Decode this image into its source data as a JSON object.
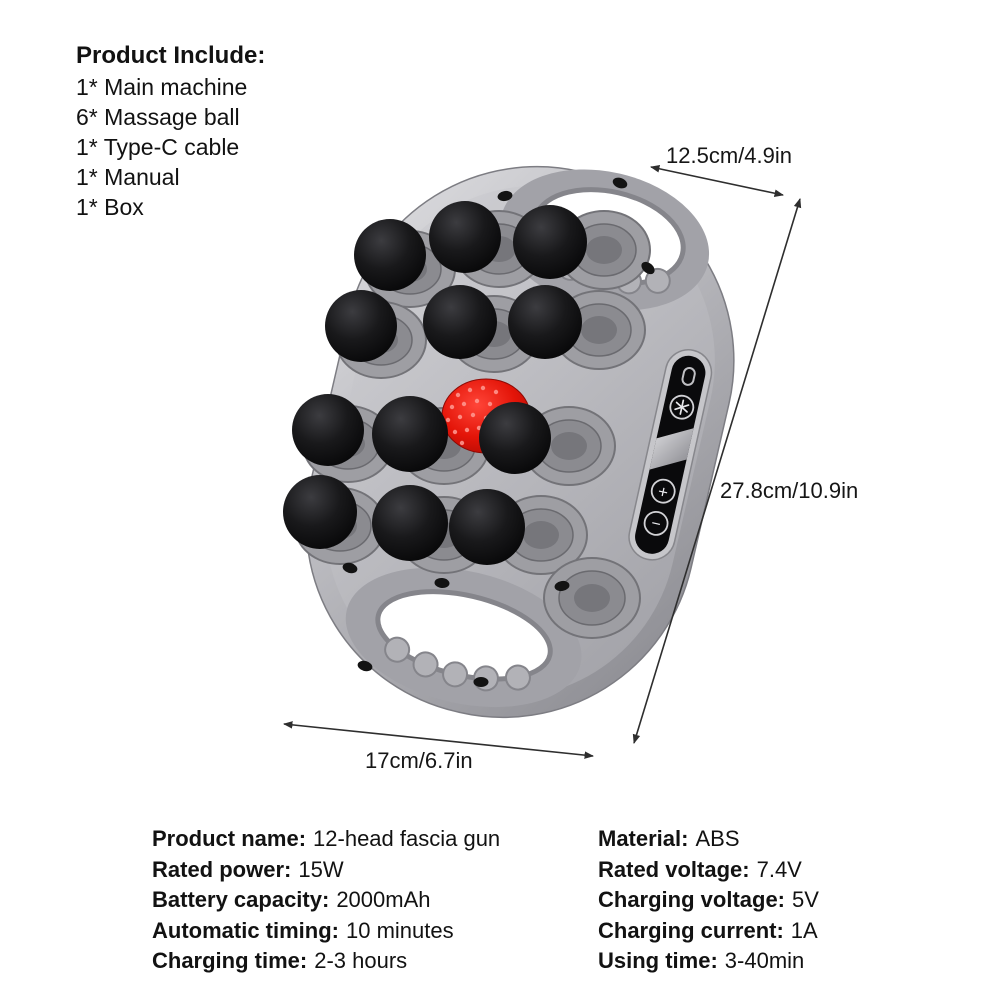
{
  "product_include": {
    "title": "Product Include:",
    "items": [
      "1* Main machine",
      "6* Massage ball",
      "1* Type-C cable",
      "1* Manual",
      "1* Box"
    ]
  },
  "dimensions": {
    "top_width": "12.5cm/4.9in",
    "height": "27.8cm/10.9in",
    "bottom_width": "17cm/6.7in"
  },
  "specs": {
    "left": [
      {
        "label": "Product name:",
        "value": "12-head fascia gun"
      },
      {
        "label": "Rated power:",
        "value": "15W"
      },
      {
        "label": "Battery capacity:",
        "value": "2000mAh"
      },
      {
        "label": "Automatic timing:",
        "value": "10 minutes"
      },
      {
        "label": "Charging time:",
        "value": "2-3 hours"
      }
    ],
    "right": [
      {
        "label": "Material:",
        "value": "ABS"
      },
      {
        "label": "Rated voltage:",
        "value": "7.4V"
      },
      {
        "label": "Charging voltage:",
        "value": "5V"
      },
      {
        "label": "Charging current:",
        "value": "1A"
      },
      {
        "label": "Using time:",
        "value": "3-40min"
      }
    ]
  },
  "device": {
    "name": "12-head fascia gun",
    "massage_ball_count": 12,
    "icons": {
      "fan": "fan-icon",
      "plus": "+",
      "minus": "−"
    },
    "panel_controls": [
      "usb-c-port",
      "fan-button",
      "increase-button",
      "decrease-button"
    ],
    "colors": {
      "background": "#ffffff",
      "body": "#b6b6bb",
      "ball": "#141416",
      "heated_head_red": "#e31408",
      "panel": "#0a0a0c",
      "annotation": "#2e2e2e"
    }
  }
}
